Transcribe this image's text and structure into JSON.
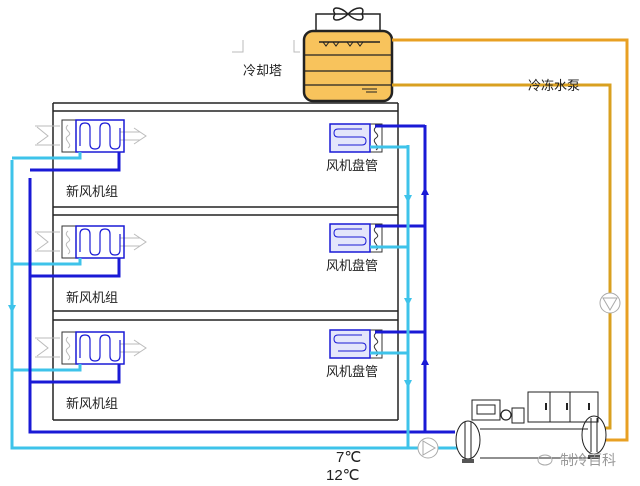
{
  "title": "中央空调水系统示意图",
  "labels": {
    "cooling_tower": "冷却塔",
    "chilled_pump": "冷冻水泵",
    "ahu": [
      "新风机组",
      "新风机组",
      "新风机组"
    ],
    "fcu": [
      "风机盘管",
      "风机盘管",
      "风机盘管"
    ],
    "supply_temp": "7℃",
    "return_temp": "12℃",
    "watermark": "制冷百科"
  },
  "colors": {
    "chilled_supply": "#1a1ad6",
    "chilled_return": "#3ec3ea",
    "cooling_water": "#e8a023",
    "cooling_water_inner": "#d9a020",
    "tower_fill": "#f8c35c",
    "outline": "#222222"
  },
  "floors": 3
}
